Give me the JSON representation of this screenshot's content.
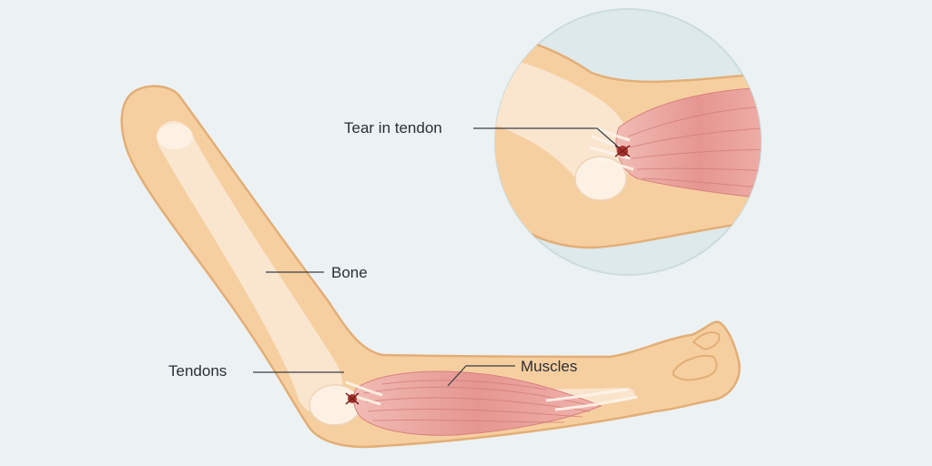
{
  "labels": {
    "tear": "Tear in tendon",
    "bone": "Bone",
    "tendons": "Tendons",
    "muscles": "Muscles"
  },
  "colors": {
    "background": "#ecf2f4",
    "skin": "#f6cfa1",
    "skin_outline": "#e3ae76",
    "bone": "#fbe8d4",
    "tendon": "#fdf4ea",
    "muscle": "#e9a5a0",
    "muscle_dark": "#d9807d",
    "tear": "#a8332e",
    "inset_circle": "#dde9ea"
  },
  "icons": [
    "tear-mark-icon"
  ]
}
